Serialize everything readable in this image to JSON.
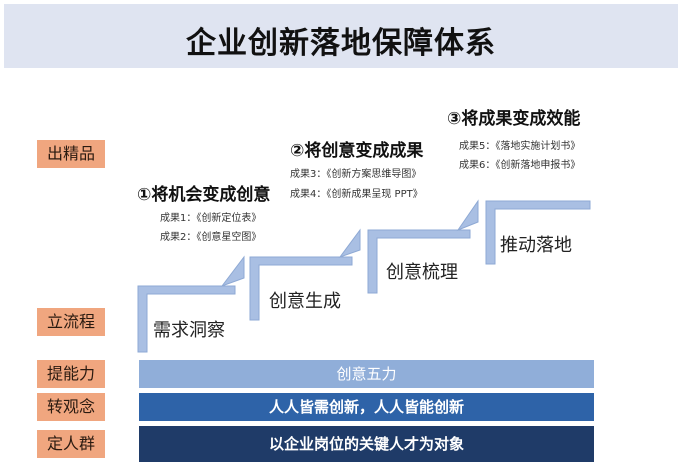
{
  "title": "企业创新落地保障体系",
  "side_labels": [
    "出精品",
    "立流程",
    "提能力",
    "转观念",
    "定人群"
  ],
  "steps": [
    "需求洞察",
    "创意生成",
    "创意梳理",
    "推动落地"
  ],
  "phases": [
    {
      "title": "①将机会变成创意",
      "results": [
        "成果1：《创新定位表》",
        "成果2：《创意星空图》"
      ]
    },
    {
      "title": "②将创意变成成果",
      "results": [
        "成果3：《创新方案思维导图》",
        "成果4：《创新成果呈现 PPT》"
      ]
    },
    {
      "title": "③将成果变成效能",
      "results": [
        "成果5：《落地实施计划书》",
        "成果6：《创新落地申报书》"
      ]
    }
  ],
  "bars": [
    "创意五力",
    "人人皆需创新，人人皆能创新",
    "以企业岗位的关键人才为对象"
  ],
  "colors": {
    "title_bg": "#dfe4f1",
    "label_orange": "#f0a67f",
    "bar_light": "#90aed9",
    "bar_mid": "#2e63a8",
    "bar_dark": "#1f3b68",
    "stair_blue": "#a9bfe3"
  }
}
